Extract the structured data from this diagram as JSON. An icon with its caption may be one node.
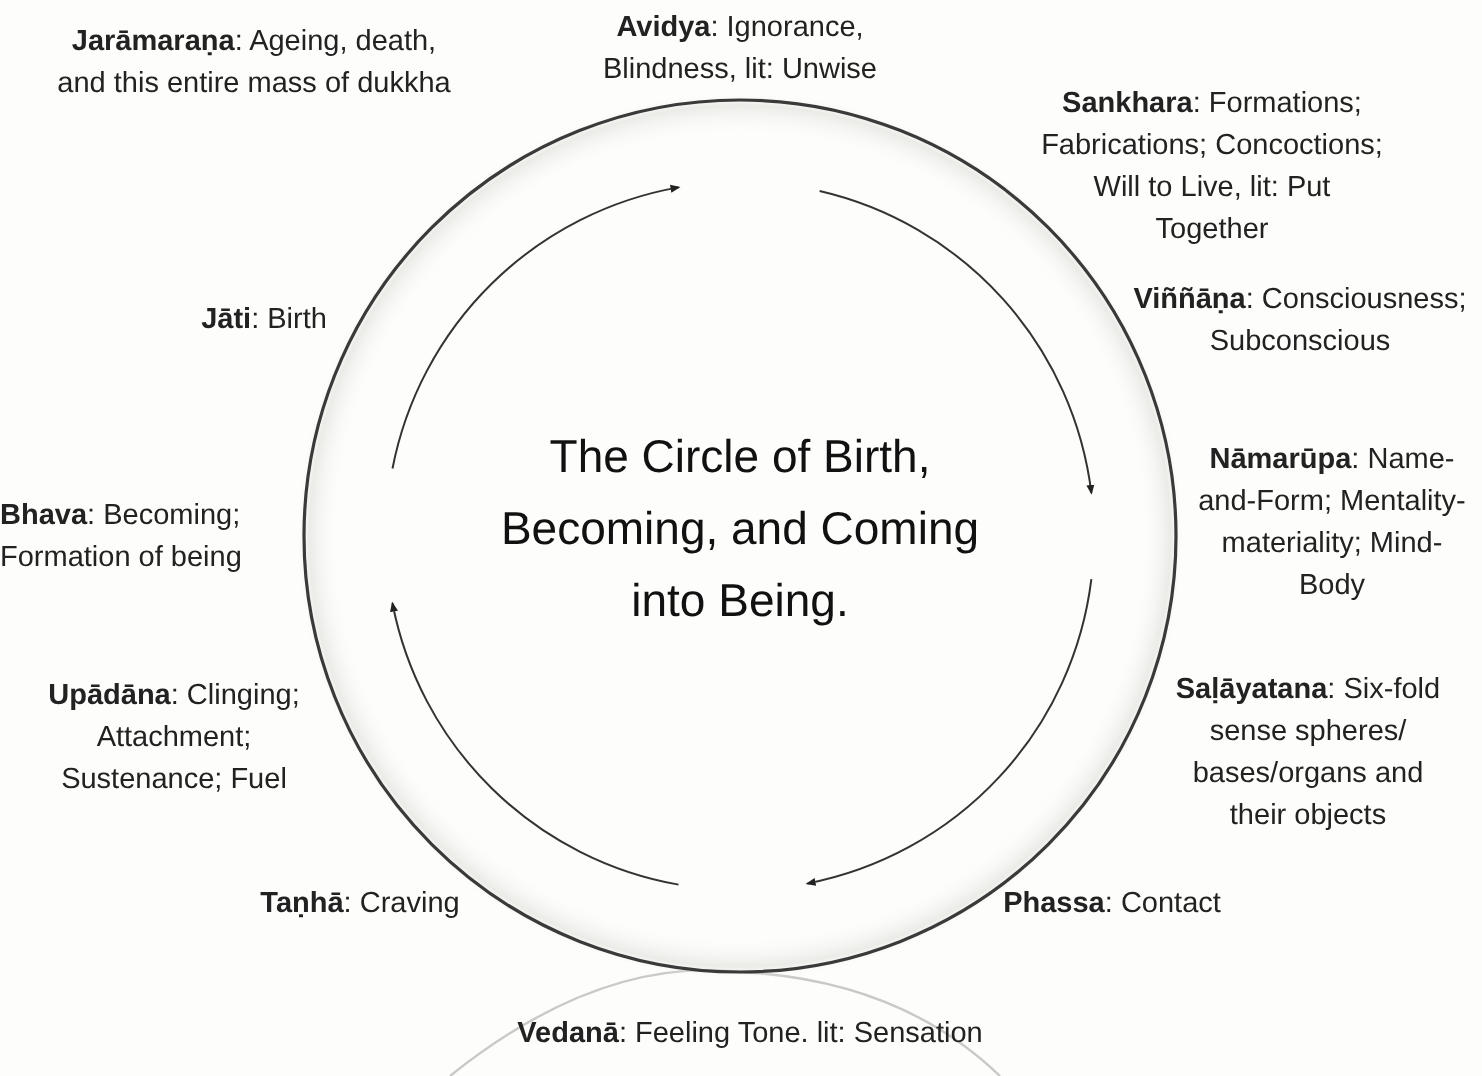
{
  "diagram": {
    "title": "The Circle of Birth, Becoming, and Coming into Being.",
    "labels": [
      "**Avidya**: Ignorance, Blindness, lit: Unwise",
      "**Jarāmaraṇa**: Ageing, death, and this entire mass of dukkha",
      "**Sankhara**: Formations; Fabrications; Concoctions; Will to Live, lit: Put Together",
      "**Jāti**: Birth",
      "**Viññāṇa**: Consciousness; Subconscious",
      "**Bhava**: Becoming; Formation of being",
      "**Nāmarūpa**: Name-and-Form; Mentality-materiality; Mind-Body",
      "**Upādāna**: Clinging; Attachment; Sustenance; Fuel",
      "**Saḷāyatana**: Six-fold sense spheres/ bases/organs and their objects",
      "**Taṇhā**: Craving",
      "**Phassa**: Contact",
      "**Vedanā**: Feeling Tone. lit: Sensation"
    ]
  }
}
